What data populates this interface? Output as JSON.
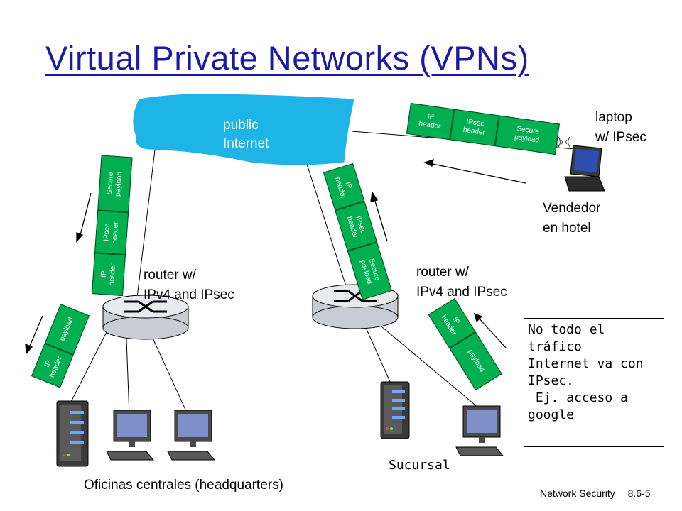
{
  "title": "Virtual Private Networks (VPNs)",
  "cloud": {
    "label_line1": "public",
    "label_line2": "Internet",
    "color": "#1fb4e6"
  },
  "routers": {
    "hq_label_line1": "router w/",
    "hq_label_line2": "IPv4 and IPsec",
    "branch_label_line1": "router w/",
    "branch_label_line2": "IPv4 and IPsec"
  },
  "laptop": {
    "label_line1": "laptop",
    "label_line2": "w/ IPsec"
  },
  "salesperson": {
    "label_line1": "Vendedor",
    "label_line2": "en hotel"
  },
  "packets": {
    "ip_header": "IP\nheader",
    "ipsec_header": "IPsec\nheader",
    "secure_payload": "Secure\npayload",
    "payload": "payload",
    "color": "#00b050"
  },
  "hq_label": "Oficinas centrales (headquarters)",
  "branch_label": "Sucursal",
  "note": {
    "lines": [
      "No todo el",
      "tráfico",
      "Internet va con",
      "IPsec.",
      " Ej. acceso a",
      "google"
    ]
  },
  "footer": {
    "section": "Network Security",
    "page": "8.6-5"
  }
}
